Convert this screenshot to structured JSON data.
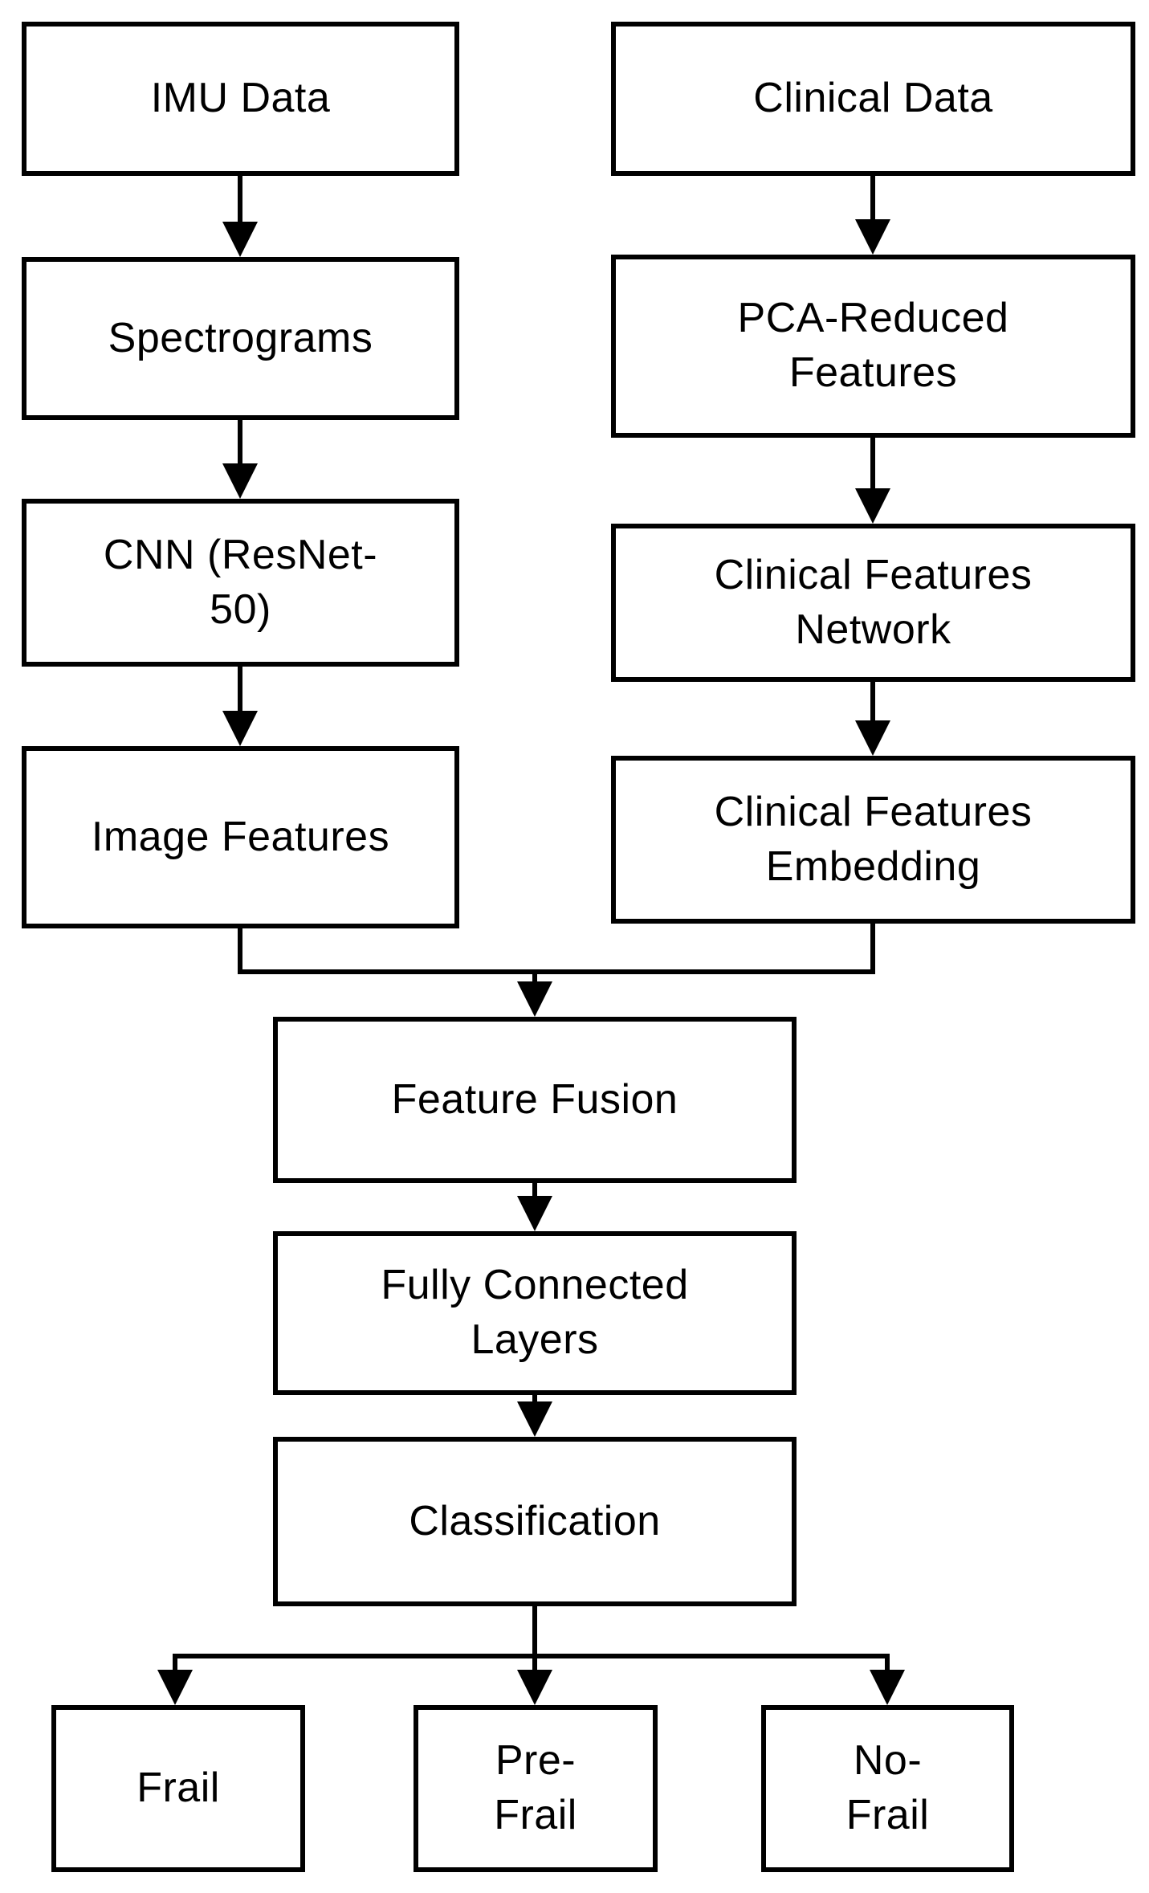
{
  "diagram": {
    "type": "flowchart",
    "colors": {
      "line": "#000000",
      "box_fill": "#ffffff",
      "text": "#000000",
      "background": "#ffffff"
    },
    "nodes": {
      "imu": {
        "label": "IMU Data"
      },
      "spectrograms": {
        "label": "Spectrograms"
      },
      "cnn": {
        "label": "CNN (ResNet-\n50)"
      },
      "image_features": {
        "label": "Image Features"
      },
      "clinical": {
        "label": "Clinical Data"
      },
      "pca": {
        "label": "PCA-Reduced\nFeatures"
      },
      "clinical_network": {
        "label": "Clinical Features\nNetwork"
      },
      "clinical_embedding": {
        "label": "Clinical Features\nEmbedding"
      },
      "fusion": {
        "label": "Feature Fusion"
      },
      "fully_connected": {
        "label": "Fully Connected\nLayers"
      },
      "classification": {
        "label": "Classification"
      },
      "frail": {
        "label": "Frail"
      },
      "pre_frail": {
        "label": "Pre-\nFrail"
      },
      "no_frail": {
        "label": "No-\nFrail"
      }
    },
    "edges": [
      {
        "from": "IMU Data",
        "to": "Spectrograms"
      },
      {
        "from": "Spectrograms",
        "to": "CNN (ResNet-50)"
      },
      {
        "from": "CNN (ResNet-50)",
        "to": "Image Features"
      },
      {
        "from": "Clinical Data",
        "to": "PCA-Reduced Features"
      },
      {
        "from": "PCA-Reduced Features",
        "to": "Clinical Features Network"
      },
      {
        "from": "Clinical Features Network",
        "to": "Clinical Features Embedding"
      },
      {
        "from": "Image Features",
        "to": "Feature Fusion"
      },
      {
        "from": "Clinical Features Embedding",
        "to": "Feature Fusion"
      },
      {
        "from": "Feature Fusion",
        "to": "Fully Connected Layers"
      },
      {
        "from": "Fully Connected Layers",
        "to": "Classification"
      },
      {
        "from": "Classification",
        "to": "Frail"
      },
      {
        "from": "Classification",
        "to": "Pre-Frail"
      },
      {
        "from": "Classification",
        "to": "No-Frail"
      }
    ]
  }
}
